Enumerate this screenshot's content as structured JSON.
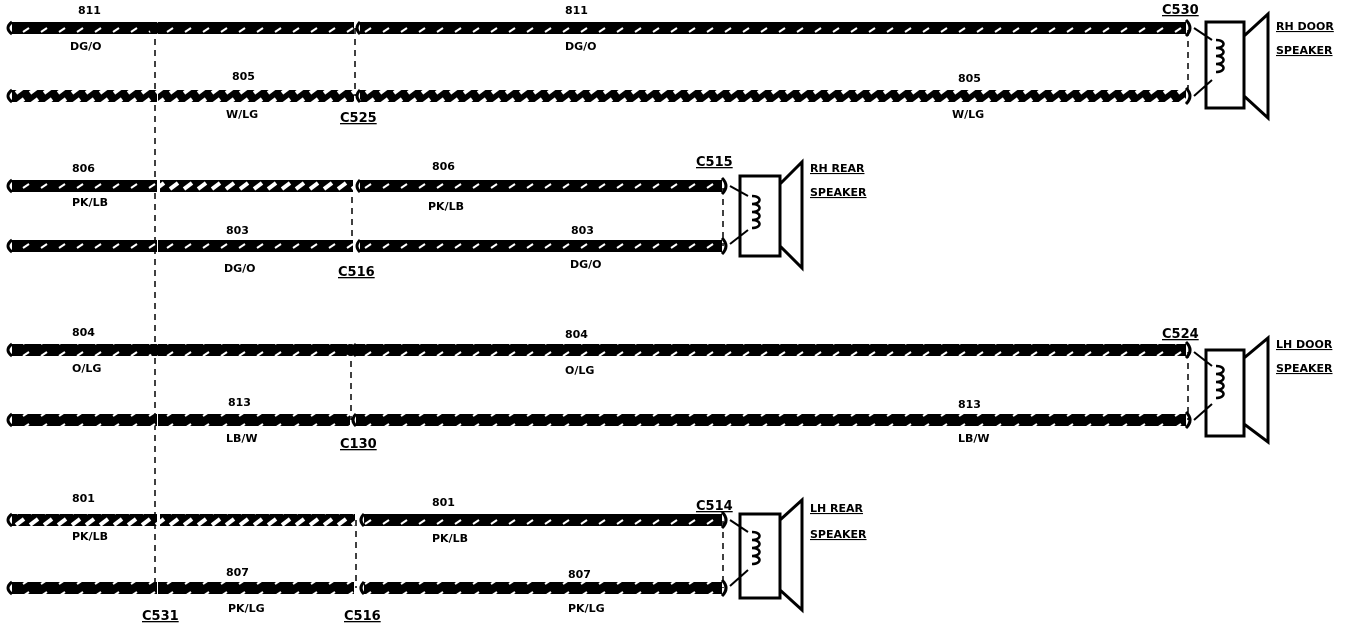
{
  "wires": [
    {
      "circuit": "811",
      "color": "DG/O",
      "row": 1,
      "stripe": "dark"
    },
    {
      "circuit": "805",
      "color": "W/LG",
      "row": 2,
      "stripe": "light"
    },
    {
      "circuit": "806",
      "color": "PK/LB",
      "row": 3,
      "stripe": "dark"
    },
    {
      "circuit": "803",
      "color": "DG/O",
      "row": 4,
      "stripe": "dark"
    },
    {
      "circuit": "804",
      "color": "O/LG",
      "row": 5,
      "stripe": "dark"
    },
    {
      "circuit": "813",
      "color": "LB/W",
      "row": 6,
      "stripe": "dark"
    },
    {
      "circuit": "801",
      "color": "PK/LB",
      "row": 7,
      "stripe": "light"
    },
    {
      "circuit": "807",
      "color": "PK/LG",
      "row": 8,
      "stripe": "dark"
    }
  ],
  "connectors": {
    "c525": "C525",
    "c516_a": "C516",
    "c130": "C130",
    "c531": "C531",
    "c516_b": "C516",
    "c530": "C530",
    "c515": "C515",
    "c524": "C524",
    "c514": "C514"
  },
  "speakers": {
    "rh_door": {
      "line1": "RH DOOR",
      "line2": "SPEAKER"
    },
    "rh_rear": {
      "line1": "RH REAR",
      "line2": "SPEAKER"
    },
    "lh_door": {
      "line1": "LH DOOR",
      "line2": "SPEAKER"
    },
    "lh_rear": {
      "line1": "LH REAR",
      "line2": "SPEAKER"
    }
  }
}
